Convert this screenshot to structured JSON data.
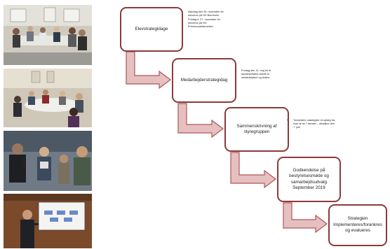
{
  "photos": [
    {
      "icon": "workshop-photo-1"
    },
    {
      "icon": "workshop-photo-2"
    },
    {
      "icon": "workshop-photo-3"
    },
    {
      "icon": "presentation-photo"
    }
  ],
  "stages": [
    {
      "label": "Elevstrategidage"
    },
    {
      "label": "Medarbejderstrategidag"
    },
    {
      "label": "Sammenskrivning  af\nstyregruppen"
    },
    {
      "label": "Godkendelse  på\nbestyrelsesmøde  og\nsamarbejdsudvalg\nSeptember  2019"
    },
    {
      "label": "Strategien\nImplementeres/forankres\nog evalueres"
    }
  ],
  "notes": [
    [
      "Mandag den 26. november for eleverne på HG Bornholm",
      "Fredag d. 27. november for eleverne på HG Erhvervsuddannelser"
    ],
    [
      "Fredag den 11. maj for et repræsentativt udsnit af medarbejdere og ledere"
    ],
    [
      "Tovholdere udarbejder et oplæg fra hver af de 7 temaer – deadline den 7. juni"
    ]
  ],
  "colors": {
    "box_border": "#8b3a3a",
    "arrow_fill": "#e6c0c0",
    "arrow_stroke": "#b05555"
  }
}
